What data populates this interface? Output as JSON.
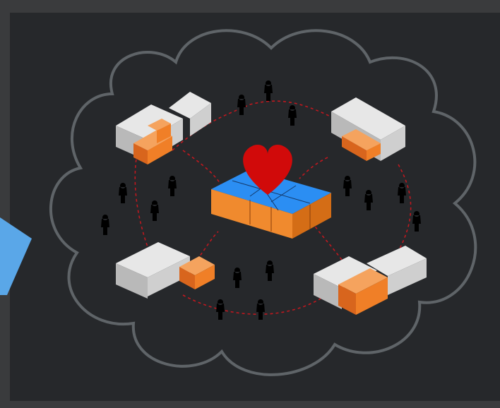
{
  "colors": {
    "outer_background": "#3a3b3d",
    "panel_background": "#26282b",
    "cloud_outline": "#5f6468",
    "connector_dashes": "#c0181f",
    "heart": "#d10a0a",
    "hub_top": "#2b8ef3",
    "hub_bottom": "#f08a2e",
    "container_grey": "#bdbdbd",
    "container_orange": "#f07f27",
    "arrow_blue": "#5aa7e8",
    "person_outline": "#d7d7d7"
  },
  "diagram": {
    "center_hub": {
      "icon": "heart-icon",
      "blocks": "blue-and-orange-container-stack"
    },
    "satellite_clusters": 4,
    "people_groups": 4,
    "people_count": 15,
    "connectors": "dashed-red-arcs"
  }
}
